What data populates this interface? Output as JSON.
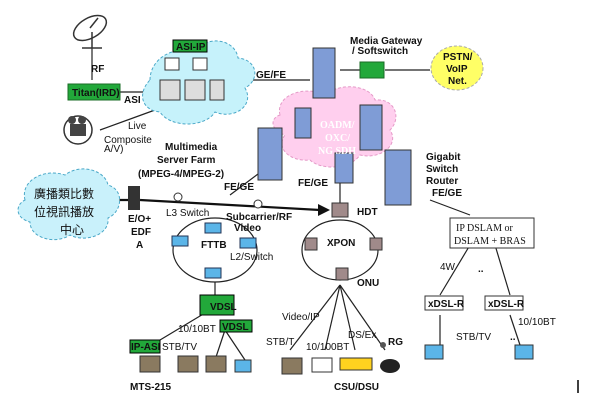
{
  "labels": {
    "rf": "RF",
    "titan": "Titan(IRD)",
    "asi": "ASI",
    "asi_ip_top": "ASI-IP",
    "live_composite": [
      "Live",
      "Composite",
      "A/V)"
    ],
    "multimedia": [
      "Multimedia",
      "Server Farm",
      "(MPEG-4/MPEG-2)"
    ],
    "media_gateway": [
      "Media Gateway",
      "/ Softswitch"
    ],
    "pstn": [
      "PSTN/",
      "VoIP",
      "Net."
    ],
    "ge_fe_top": "GE/FE",
    "oadm": [
      "OADM/",
      "OXC/",
      "NG SDH"
    ],
    "gigabit": [
      "Gigabit",
      "Switch",
      "Router"
    ],
    "fe_ge_right": "FE/GE",
    "fe_ge_left": "FE/GE",
    "fe_ge_mid": "FE/GE",
    "cjk_cloud": [
      "廣播類比數",
      "位視訊播放",
      "中心"
    ],
    "eo_edfa": [
      "E/O+",
      "EDF",
      "A"
    ],
    "l3_switch": "L3 Switch",
    "subcarrier": [
      "Subcarrier/RF",
      "Video"
    ],
    "fttb": "FTTB",
    "l2_switch": "L2/Switch",
    "hdt": "HDT",
    "xpon": "XPON",
    "onu": "ONU",
    "ip_dslam": [
      "IP DSLAM or",
      "DSLAM + BRAS"
    ],
    "four_w": "4W",
    "dots_right": "..",
    "xdsl_r_left": "xDSL-R",
    "xdsl_r_right": "xDSL-R",
    "ten_100bt_right": "10/10BT",
    "stb_tv_right": "STB/TV",
    "dots_bottom": "..",
    "vdsl_1": "VDSL",
    "vdsl_2": "VDSL",
    "ten_100bt_left": "10/10BT",
    "ip_asi": "IP-ASI",
    "stb_tv_left": "STB/TV",
    "mts": "MTS-215",
    "video_ip": "Video/IP",
    "stb_t": "STB/T",
    "ten_100bt_mid": "10/100BT",
    "dsl_ex": "DS/Ex",
    "rg": "RG",
    "csu_dsu": "CSU/DSU"
  },
  "colors": {
    "cloud_blue": "#c6f2fb",
    "cloud_pink": "#ffcfee",
    "green_label": "#22a83a",
    "yellow_bubble": "#ffff66",
    "server_blue": "#7f9cd6",
    "cjk_cloud": "#c9f1fb"
  }
}
